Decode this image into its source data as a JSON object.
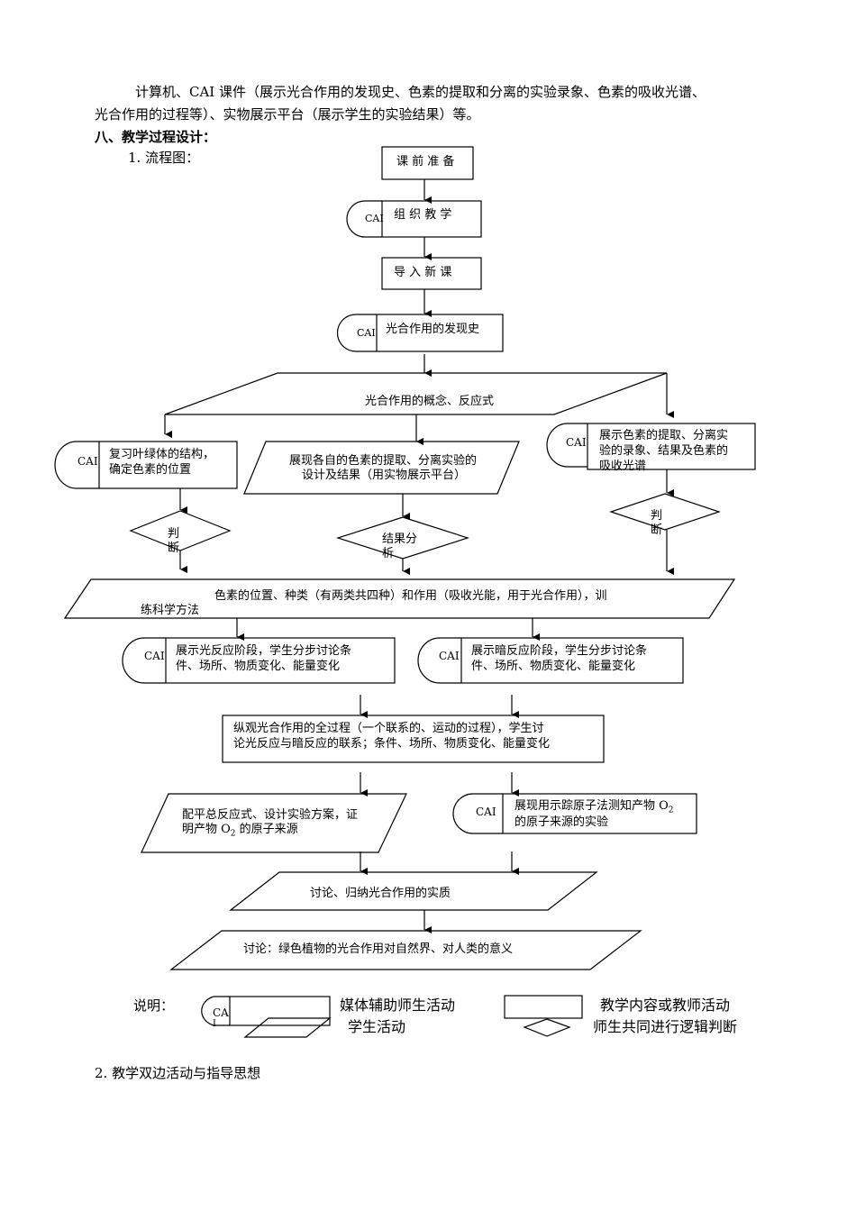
{
  "intro": {
    "line1": "计算机、CAI 课件（展示光合作用的发现史、色素的提取和分离的实验录象、色素的吸收光谱、",
    "line2": "光合作用的过程等）、实物展示平台（展示学生的实验结果）等。"
  },
  "section_heading": "八、教学过程设计：",
  "flow_label": "1. 流程图：",
  "flow": {
    "cai": "CAI",
    "prep": "课 前 准 备",
    "organize": "组 织 教 学",
    "intro_new": "导 入 新 课",
    "history": "光合作用的发现史",
    "concept": "光合作用的概念、反应式",
    "review_1": "复习叶绿体的结构，",
    "review_2": "确定色素的位置",
    "extract_1": "展现各自的色素的提取、分离实验的",
    "extract_2": "设计及结果（用实物展示平台）",
    "show_1": "展示色素的提取、分离实",
    "show_2": "验的录象、结果及色素的",
    "show_3": "吸收光谱",
    "judge_a1": "判",
    "judge_a2": "断",
    "result_1": "结果分",
    "result_2": "析",
    "judge_b1": "判",
    "judge_b2": "断",
    "pigment_1": "色素的位置、种类（有两类共四种）和作用（吸收光能，用于光合作用），训",
    "pigment_2": "练科学方法",
    "light_1": "展示光反应阶段，学生分步讨论条",
    "light_2": "件、场所、物质变化、能量变化",
    "dark_1": "展示暗反应阶段，学生分步讨论条",
    "dark_2": "件、场所、物质变化、能量变化",
    "whole_1": "纵观光合作用的全过程（一个联系的、运动的过程），学生讨",
    "whole_2": "论光反应与暗反应的联系；条件、场所、物质变化、能量变化",
    "balance_1": "配平总反应式、设计实验方案，证",
    "balance_2a": "明产物 O",
    "balance_2sub": "2",
    "balance_2b": " 的原子来源",
    "trace_1a": "展现用示踪原子法测知产物 O",
    "trace_1sub": "2",
    "trace_2": "的原子来源的实验",
    "discuss": "讨论、归纳光合作用的实质",
    "significance": "讨论：绿色植物的光合作用对自然界、对人类的意义"
  },
  "legend": {
    "label": "说明：",
    "cai_short_1": "CA",
    "cai_short_2": "I",
    "media": "媒体辅助师生活动",
    "student": "学生活动",
    "content": "教学内容或教师活动",
    "logic": "师生共同进行逻辑判断"
  },
  "next_heading": "2.  教学双边活动与指导思想"
}
